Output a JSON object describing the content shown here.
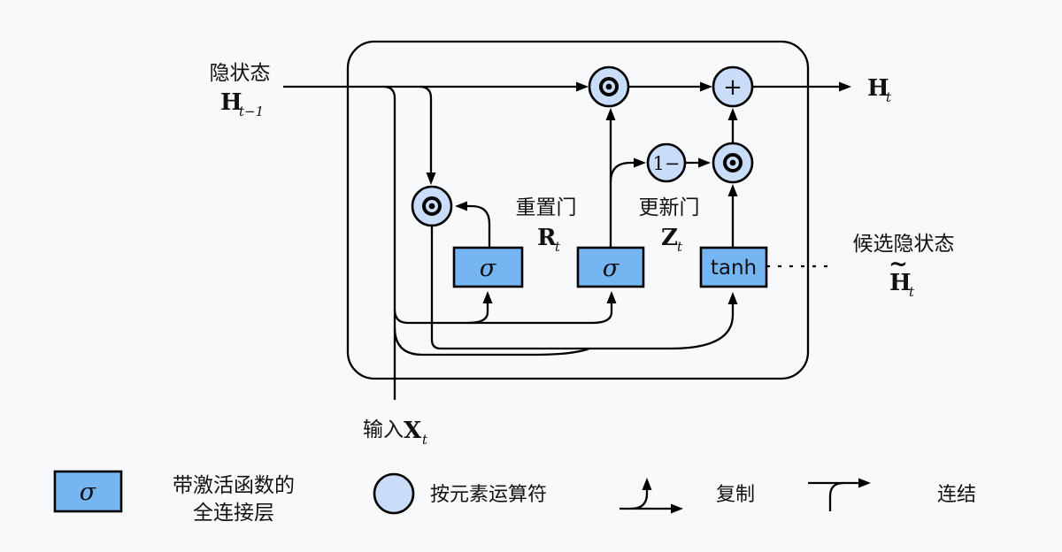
{
  "background": "#f8f9fa",
  "colors": {
    "box_fill": "#74b5f2",
    "circle_fill": "#c9ddf9",
    "line": "#000000"
  },
  "diagram": {
    "hidden_state": {
      "label": "隐状态",
      "sym": "H",
      "sub": "t−1"
    },
    "output": {
      "sym": "H",
      "sub": "t"
    },
    "input": {
      "label": "输入",
      "sym": "X",
      "sub": "t"
    },
    "reset_gate": {
      "label": "重置门",
      "sym": "R",
      "sub": "t",
      "node": "σ"
    },
    "update_gate": {
      "label": "更新门",
      "sym": "Z",
      "sub": "t",
      "node": "σ"
    },
    "candidate": {
      "label": "候选隐状态",
      "tilde": "~",
      "sym": "H",
      "sub": "t",
      "node": "tanh"
    },
    "ops": {
      "one_minus": "1−",
      "plus": "+"
    }
  },
  "legend": {
    "fc": {
      "sym": "σ",
      "line1": "带激活函数的",
      "line2": "全连接层"
    },
    "elementwise": {
      "label": "按元素运算符"
    },
    "copy": {
      "label": "复制"
    },
    "concat": {
      "label": "连结"
    }
  }
}
